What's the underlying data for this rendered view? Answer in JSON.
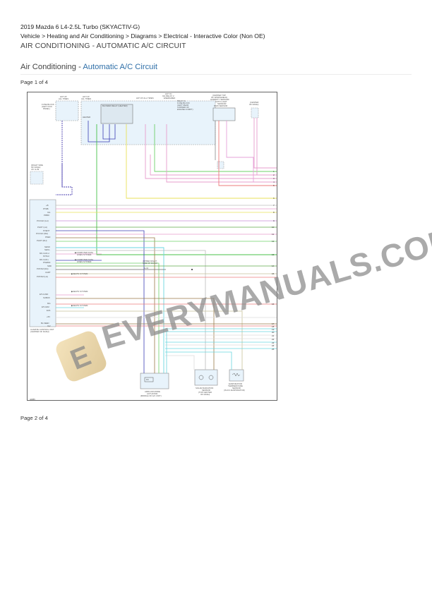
{
  "header": {
    "vehicle": "2019 Mazda 6 L4-2.5L Turbo (SKYACTIV-G)",
    "breadcrumb": "Vehicle > Heating and Air Conditioning > Diagrams > Electrical - Interactive Color (Non OE)",
    "title": "AIR CONDITIONING - AUTOMATIC A/C CIRCUIT"
  },
  "section": {
    "prefix": "Air Conditioning - ",
    "link": "Automatic A/C Circuit"
  },
  "pages": [
    {
      "label": "Page 1 of 4"
    },
    {
      "label": "Page 2 of 4"
    }
  ],
  "diagram": {
    "id_label": "42885",
    "components": {
      "fuse_block": {
        "label1": "FUSE BLOCK",
        "label2": "(LEFT KICK",
        "label3": "PANEL)",
        "hot": "HOT AT",
        "hot2": "ALL TIMES",
        "fuse": "INTERIOR 1",
        "fuse2": "FUSE",
        "fuse3": "15A"
      },
      "relay_block": {
        "hot": "HOT AT",
        "hot2": "ALL TIMES",
        "relay": "BLOWER RELAY (HEATER)",
        "heater_fuse": "HEATER",
        "heater_fuse2": "FUSE",
        "heater_fuse3": "40A"
      },
      "fuses_right": {
        "hot": "HOT AT ALL TIMES",
        "hazard": "HAZARD",
        "hazard2": "FUSE",
        "hazard3": "25A",
        "ac": "A/C",
        "ac2": "FUSE",
        "ac3": "7.5A",
        "hot_ig": "HOT IN",
        "hot_ig2": "IG1 RELAY 2",
        "hot_ig3": "ENERGIZED",
        "engine": "ENG IGN1",
        "engine2": "FUSE",
        "engine3": "15A"
      },
      "relay_note": {
        "l1": "RELAY &",
        "l2": "FUSE BLOCK",
        "l3": "(LEFT REAR",
        "l4": "CORNER OF",
        "l5": "ENGINE COMPT)"
      },
      "rain_sensor": {
        "l1": "(CENTER TOP",
        "l2": "OF WINDSHIELD)",
        "l3": "HUMIDITY SENSOR/",
        "l4": "AUTO LIGHT",
        "l5": "SENSOR/",
        "l6": "RAIN SENSOR"
      },
      "center_dash": {
        "l1": "(CENTER",
        "l2": "OF DASH)",
        "l3": "J/C G-08"
      },
      "right_side_dash": {
        "l1": "(RIGHT SIDE",
        "l2": "OF DASH)",
        "l3": "J/C G-09"
      },
      "climate_unit": {
        "l1": "CLIMATE CONTROL UNIT",
        "l2": "(CENTER OF DASH)"
      },
      "upper_right": {
        "l1": "(UPPER RIGHT",
        "l2": "SIDE OF DASH)",
        "l3": "G-10"
      },
      "airflow_actuator": {
        "l1": "AIRFLOW MODE",
        "l2": "ACTUATOR",
        "l3": "(MIDDLE OF A/C UNIT)"
      },
      "solar_sensor": {
        "l1": "SOLAR RADIATION",
        "l2": "SENSOR",
        "l3": "(TOP CENTER",
        "l4": "OF DASH)"
      },
      "evap_sensor": {
        "l1": "EVAPORATOR",
        "l2": "TEMPERATURE",
        "l3": "SENSOR",
        "l4": "(IN A/C EVAPORATOR)"
      }
    },
    "unit_pins": [
      {
        "name": "+B",
        "pin": "2A",
        "color": "BLU"
      },
      {
        "name": "PTRB",
        "pin": "2B",
        "color": "GRY"
      },
      {
        "name": "IG1",
        "pin": "2C",
        "color": "PNK"
      },
      {
        "name": "PRBO",
        "pin": "2D",
        "color": "YEL"
      },
      {
        "name": "P/COLD (LH)",
        "pin": "2F",
        "color": "VIO"
      },
      {
        "name": "PHOT (LH)",
        "pin": "2H",
        "color": "GRN"
      },
      {
        "name": "PVENT",
        "pin": "2J",
        "color": "BLU"
      },
      {
        "name": "P/COLD (RH)",
        "pin": "2K",
        "color": "PNK"
      },
      {
        "name": "PDEF",
        "pin": "2N",
        "color": "BRN"
      },
      {
        "name": "PHOT (RH)",
        "pin": "2L",
        "color": "LT GRN"
      },
      {
        "name": "SENO",
        "pin": "1A",
        "color": "LT BLU"
      },
      {
        "name": "SEN L",
        "pin": "1B",
        "color": "GRY"
      },
      {
        "name": "MS CAN H",
        "pin": "1C",
        "color": "PNK"
      },
      {
        "name": "MS CAN L",
        "pin": "1D",
        "color": "GRN"
      },
      {
        "name": "PSWDD",
        "pin": "1E",
        "color": "BLU"
      },
      {
        "name": "SRD",
        "pin": "1F",
        "color": "LT GRN"
      },
      {
        "name": "POTAM (RH)",
        "pin": "1G",
        "color": "RED"
      },
      {
        "name": "UART",
        "pin": "1H",
        "color": "TAN"
      },
      {
        "name": "POTAM (LH)",
        "pin": "1I",
        "color": "GRY"
      },
      {
        "name": "ETH HSD",
        "pin": "1N",
        "color": "PNK"
      },
      {
        "name": "SUBOX",
        "pin": "1O",
        "color": "BRN"
      },
      {
        "name": "MG",
        "pin": "1Q",
        "color": "RED"
      },
      {
        "name": "ETH EM",
        "pin": "1R",
        "color": "LT BLU"
      },
      {
        "name": "EVA",
        "pin": "1S",
        "color": "TAN"
      },
      {
        "name": "+5V",
        "pin": "1U",
        "color": "WHT"
      },
      {
        "name": "BL FEED",
        "pin": "1W",
        "color": "BRN"
      },
      {
        "name": "IG2",
        "pin": "1X",
        "color": "RED"
      }
    ],
    "right_wires": [
      {
        "n": "1",
        "color": "LT GRN"
      },
      {
        "n": "2",
        "color": "PNK"
      },
      {
        "n": "3",
        "color": "PNK"
      },
      {
        "n": "4",
        "color": "RED"
      },
      {
        "n": "5",
        "color": "LT GRN"
      },
      {
        "n": "6",
        "color": "YEL"
      },
      {
        "n": "7",
        "color": "GRY"
      },
      {
        "n": "8",
        "color": "YEL"
      },
      {
        "n": "9",
        "color": "VIO"
      },
      {
        "n": "10",
        "color": "GRN"
      },
      {
        "n": "11",
        "color": "PNK"
      },
      {
        "n": "12",
        "color": "LT GRN"
      },
      {
        "n": "13",
        "color": "GRN"
      },
      {
        "n": "14",
        "color": "TAN"
      },
      {
        "n": "15",
        "color": "RED"
      },
      {
        "n": "16",
        "color": "RED"
      },
      {
        "n": "17",
        "color": "BRN"
      },
      {
        "n": "18",
        "color": "RED"
      },
      {
        "n": "19",
        "color": "LT BLU"
      },
      {
        "n": "20",
        "color": "LT BLU"
      },
      {
        "n": "21",
        "color": "WHT"
      },
      {
        "n": "22",
        "color": "WHT"
      },
      {
        "n": "23",
        "color": "LT BLU"
      },
      {
        "n": "24",
        "color": "WHT"
      },
      {
        "n": "25",
        "color": "LT BLU"
      }
    ],
    "refs": {
      "computer_data": "COMPUTER DATA LINES SYSTEM",
      "seats": "SEATS SYSTEM"
    }
  },
  "watermark": {
    "text": "EVERYMANUALS.COM",
    "badge_letter": "E"
  },
  "colors": {
    "link": "#2f6fa8",
    "frame": "#666666",
    "watermark": "#8a8a8a"
  }
}
